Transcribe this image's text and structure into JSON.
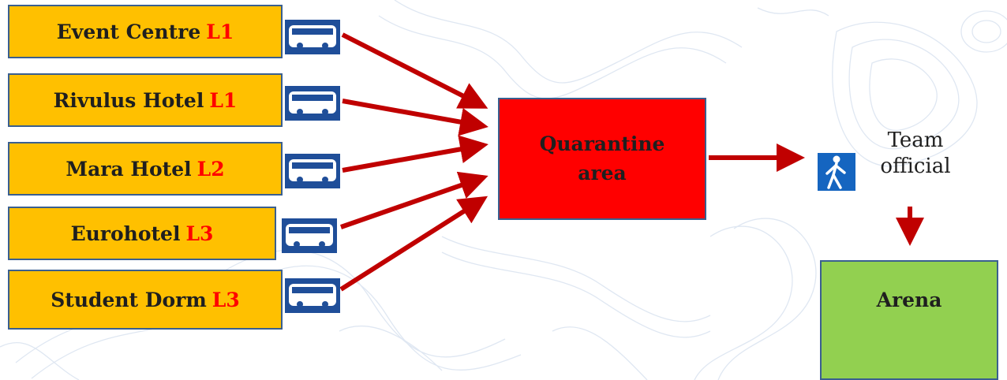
{
  "sources": [
    {
      "name": "Event Centre",
      "level": "L1"
    },
    {
      "name": "Rivulus Hotel",
      "level": "L1"
    },
    {
      "name": "Mara Hotel",
      "level": "L2"
    },
    {
      "name": "Eurohotel",
      "level": "L3"
    },
    {
      "name": "Student Dorm",
      "level": "L3"
    }
  ],
  "quarantine": {
    "line1": "Quarantine",
    "line2": "area"
  },
  "official": {
    "line1": "Team",
    "line2": "official"
  },
  "arena": {
    "label": "Arena"
  },
  "colors": {
    "source_fill": "#ffc000",
    "level_text": "#ff0000",
    "quarantine_fill": "#ff0000",
    "arena_fill": "#92d050",
    "arrow": "#c00000",
    "border": "#3a5f8f",
    "icon_blue": "#1f4e99"
  },
  "icons": {
    "transport": "bus-icon",
    "person": "walking-person-icon"
  }
}
